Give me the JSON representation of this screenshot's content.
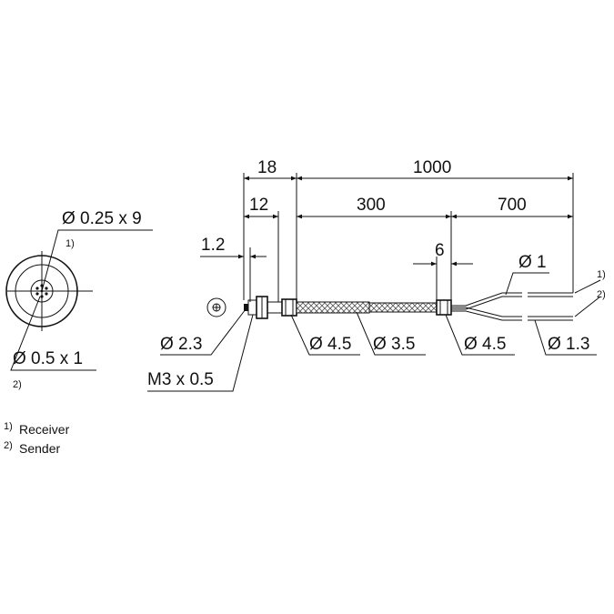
{
  "left_view": {
    "fiber_core": "Ø 0.25 x 9",
    "fiber_core_note": "1)",
    "fiber_outer": "Ø 0.5 x 1",
    "fiber_outer_note": "2)"
  },
  "dimensions": {
    "d18": "18",
    "d1000": "1000",
    "d12": "12",
    "d300": "300",
    "d700": "700",
    "d1_2": "1.2",
    "d6": "6",
    "dia1": "Ø 1",
    "dia2_3": "Ø 2.3",
    "thread": "M3 x 0.5",
    "dia4_5_a": "Ø 4.5",
    "dia3_5": "Ø 3.5",
    "dia4_5_b": "Ø 4.5",
    "dia1_3": "Ø 1.3",
    "end_note_1": "1)",
    "end_note_2": "2)"
  },
  "legend": [
    {
      "marker": "1)",
      "label": "Receiver"
    },
    {
      "marker": "2)",
      "label": "Sender"
    }
  ]
}
